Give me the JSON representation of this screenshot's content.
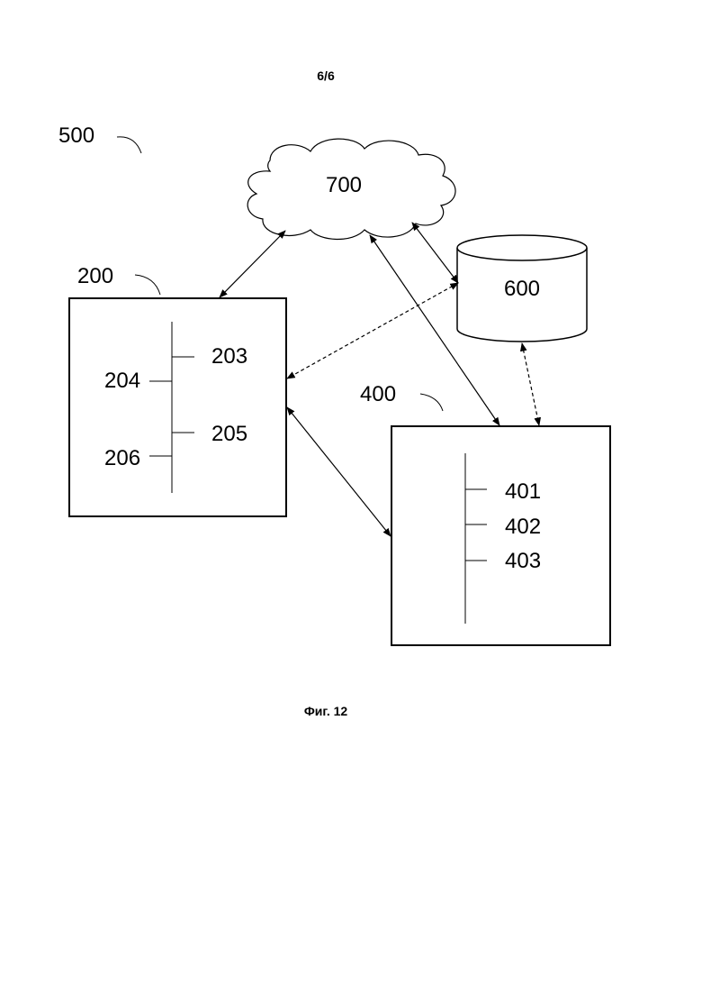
{
  "page_number": "6/6",
  "figure_caption": "Фиг. 12",
  "labels": {
    "system": "500",
    "cloud": "700",
    "database": "600",
    "device_a": "200",
    "device_b": "400",
    "a_item_203": "203",
    "a_item_204": "204",
    "a_item_205": "205",
    "a_item_206": "206",
    "b_item_401": "401",
    "b_item_402": "402",
    "b_item_403": "403"
  }
}
